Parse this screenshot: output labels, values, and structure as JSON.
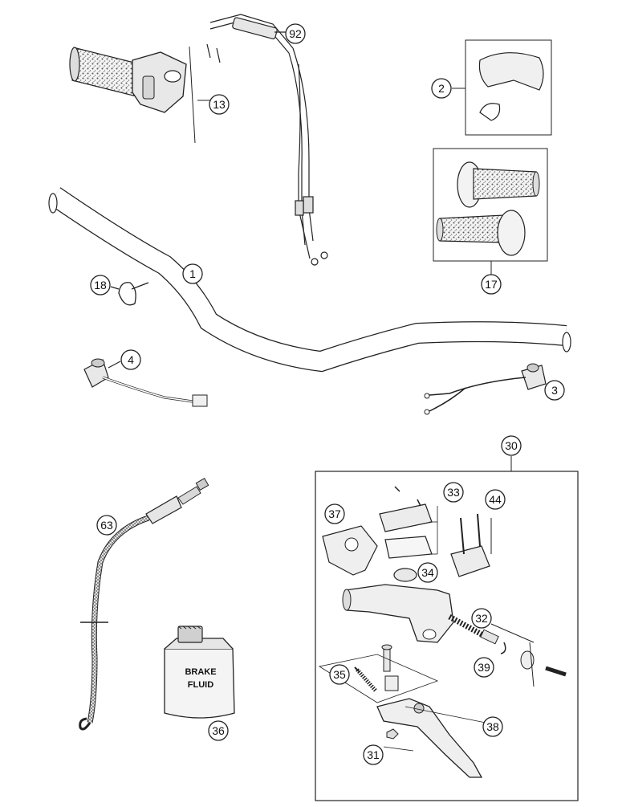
{
  "callouts": {
    "c1": "1",
    "c2": "2",
    "c3": "3",
    "c4": "4",
    "c13": "13",
    "c17": "17",
    "c18": "18",
    "c30": "30",
    "c31": "31",
    "c32": "32",
    "c33": "33",
    "c34": "34",
    "c35": "35",
    "c36": "36",
    "c37": "37",
    "c38": "38",
    "c39": "39",
    "c44": "44",
    "c63": "63",
    "c92": "92"
  },
  "brake_fluid_label": {
    "line1": "BRAKE",
    "line2": "FLUID"
  }
}
